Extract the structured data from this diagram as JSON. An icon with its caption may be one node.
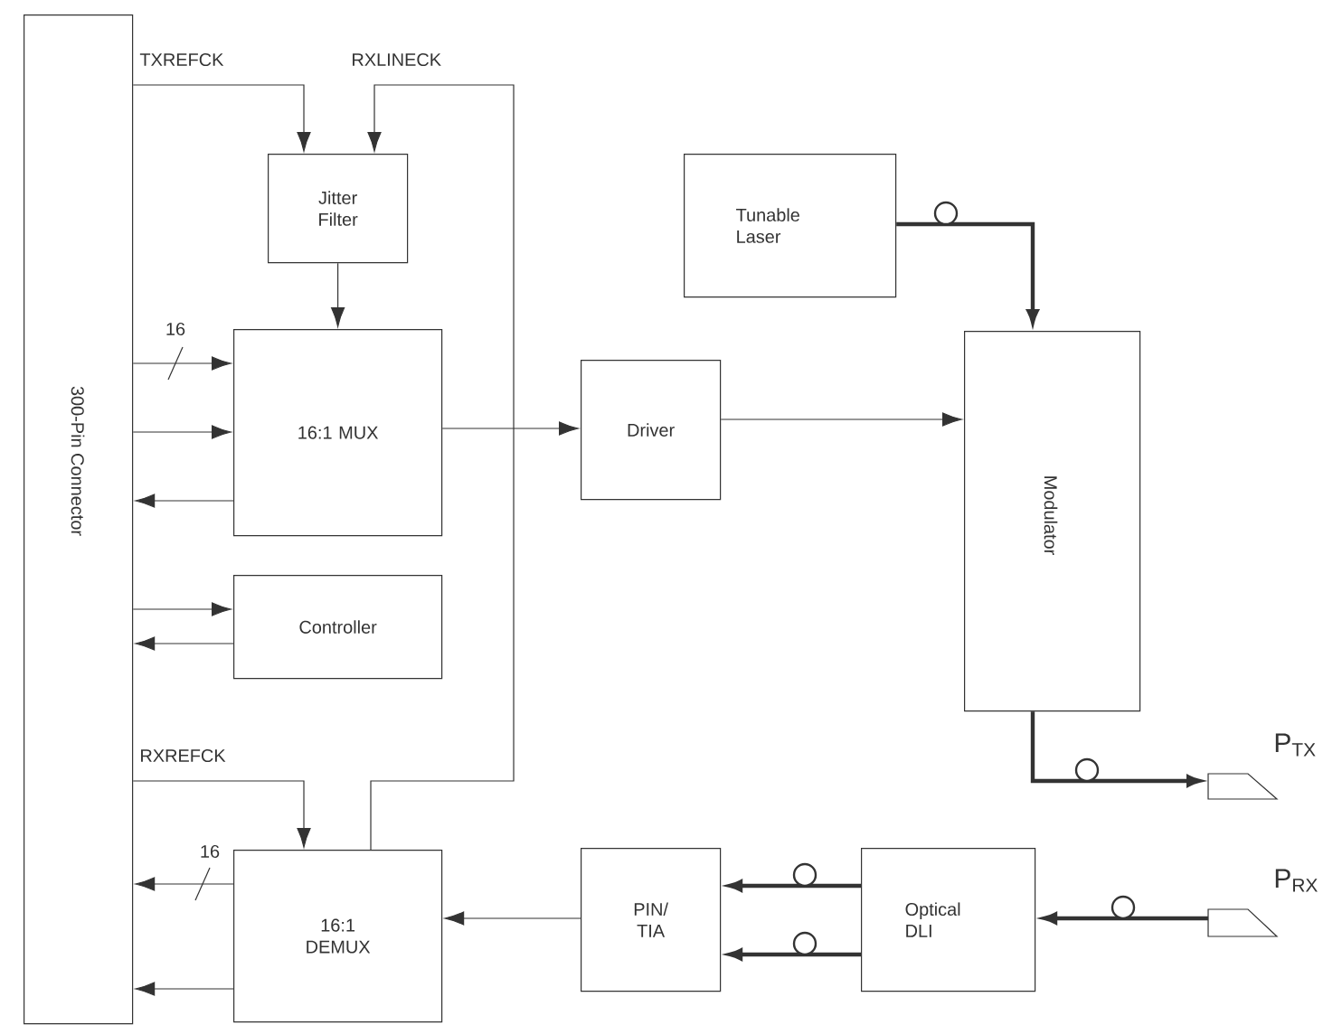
{
  "diagram": {
    "nodes": [
      {
        "text": [
          "300-Pin Connector"
        ]
      },
      {
        "text": [
          "Jitter Filter"
        ]
      },
      {
        "text": [
          "16:1 MUX"
        ]
      },
      {
        "text": [
          "Controller"
        ]
      },
      {
        "text": [
          "16:1 DEMUX"
        ]
      },
      {
        "text": [
          "Driver"
        ]
      },
      {
        "text": [
          "Tunable Laser"
        ]
      },
      {
        "text": [
          "Modulator"
        ]
      },
      {
        "text": [
          "PIN/ TIA"
        ]
      },
      {
        "text": [
          "Optical DLI"
        ]
      },
      {
        "text": [
          "P$_{TX}$"
        ]
      },
      {
        "text": [
          "P$_{RX}$"
        ]
      }
    ],
    "edges": [
      {
        "from": 0,
        "to": 1,
        "arrow": "to",
        "label": "TXREFCK"
      },
      {
        "from": 4,
        "to": 1,
        "arrow": "to",
        "label": "RXLINECK"
      },
      {
        "from": 1,
        "to": 2,
        "arrow": "to"
      },
      {
        "from": 0,
        "to": 2,
        "arrow": "to",
        "label": "16"
      },
      {
        "from": 0,
        "to": 2,
        "arrow": "to"
      },
      {
        "from": 2,
        "to": 0,
        "arrow": "to"
      },
      {
        "from": 2,
        "to": 5,
        "arrow": "to"
      },
      {
        "from": 5,
        "to": 7,
        "arrow": "to"
      },
      {
        "from": 6,
        "to": 7,
        "arrow": "to",
        "style": "thick"
      },
      {
        "from": 0,
        "to": 3,
        "arrow": "to"
      },
      {
        "from": 3,
        "to": 0,
        "arrow": "to"
      },
      {
        "from": 0,
        "to": 4,
        "arrow": "to",
        "label": "RXREFCK"
      },
      {
        "from": 4,
        "to": 0,
        "arrow": "to",
        "label": "16"
      },
      {
        "from": 4,
        "to": 0,
        "arrow": "to"
      },
      {
        "from": 8,
        "to": 4,
        "arrow": "to"
      },
      {
        "from": 9,
        "to": 8,
        "arrow": "to",
        "style": "thick"
      },
      {
        "from": 9,
        "to": 8,
        "arrow": "to",
        "style": "thick"
      },
      {
        "from": 11,
        "to": 9,
        "arrow": "to",
        "style": "thick"
      },
      {
        "from": 7,
        "to": 10,
        "arrow": "to",
        "style": "thick"
      }
    ]
  }
}
